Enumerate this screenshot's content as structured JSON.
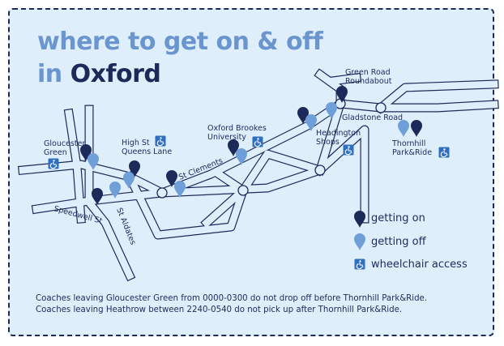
{
  "title": {
    "line1": "where to get on & off",
    "line2_prefix": "in",
    "line2_city": "Oxford"
  },
  "stops": [
    {
      "name": "Gloucester Green",
      "line1": "Gloucester",
      "line2": "Green"
    },
    {
      "name": "High St Queens Lane",
      "line1": "High St",
      "line2": "Queens Lane"
    },
    {
      "name": "Oxford Brookes University",
      "line1": "Oxford Brookes",
      "line2": "University"
    },
    {
      "name": "Green Road Roundabout",
      "line1": "Green Road",
      "line2": "Roundabout"
    },
    {
      "name": "Gladstone Road",
      "line1": "Gladstone Road"
    },
    {
      "name": "Headington Shops",
      "line1": "Headington",
      "line2": "Shops"
    },
    {
      "name": "Thornhill Park&Ride",
      "line1": "Thornhill",
      "line2": "Park&Ride"
    }
  ],
  "streets": {
    "st_clements": "St Clements",
    "speedwell": "Speedwell St",
    "st_aldates": "St Aldates"
  },
  "legend": {
    "on": "getting on",
    "off": "getting off",
    "wheelchair": "wheelchair access"
  },
  "notes": [
    "Coaches leaving Gloucester Green from 0000-0300 do not drop off before Thornhill Park&Ride.",
    "Coaches leaving Heathrow between 2240-0540 do not pick up after Thornhill Park&Ride."
  ],
  "colors": {
    "background": "#dfeefb",
    "dark_navy": "#1c2a5a",
    "light_blue": "#6a95cf",
    "on_marker": "#1c2a5a",
    "off_marker": "#6f9fd8",
    "wheelchair_bg": "#2f6fc0"
  },
  "icons": [
    "map-pin-dark-icon",
    "map-pin-light-icon",
    "wheelchair-icon"
  ]
}
